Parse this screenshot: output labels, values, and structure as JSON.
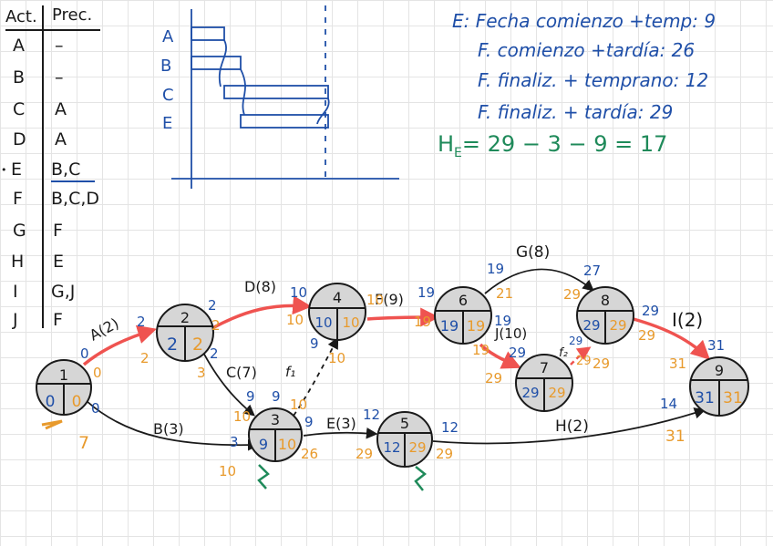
{
  "table": {
    "headers": {
      "activity": "Act.",
      "precedence": "Prec."
    },
    "rows": [
      {
        "act": "A",
        "prec": "–"
      },
      {
        "act": "B",
        "prec": "–"
      },
      {
        "act": "C",
        "prec": "A"
      },
      {
        "act": "D",
        "prec": "A"
      },
      {
        "act": "E",
        "prec": "B,C",
        "marker": "•"
      },
      {
        "act": "F",
        "prec": "B,C,D"
      },
      {
        "act": "G",
        "prec": "F"
      },
      {
        "act": "H",
        "prec": "E"
      },
      {
        "act": "I",
        "prec": "G,J"
      },
      {
        "act": "J",
        "prec": "F"
      }
    ]
  },
  "gantt": {
    "labels": [
      "A",
      "B",
      "C",
      "E"
    ]
  },
  "notes": {
    "lines": [
      "E: Fecha comienzo +temp: 9",
      "F. comienzo +tardía: 26",
      "F. finaliz. + temprano: 12",
      "F. finaliz. + tardía: 29"
    ],
    "float_formula": "H",
    "float_formula_sub": "E",
    "float_formula_rest": "= 29 − 3 − 9 = 17"
  },
  "network": {
    "nodes": [
      {
        "id": "1",
        "early": "0",
        "late": "0"
      },
      {
        "id": "2",
        "early": "2",
        "late": "2"
      },
      {
        "id": "3",
        "early": "9",
        "late": "10"
      },
      {
        "id": "4",
        "early": "10",
        "late": "10"
      },
      {
        "id": "5",
        "early": "12",
        "late": "29"
      },
      {
        "id": "6",
        "early": "19",
        "late": "19"
      },
      {
        "id": "7",
        "early": "29",
        "late": "29"
      },
      {
        "id": "8",
        "early": "29",
        "late": "29"
      },
      {
        "id": "9",
        "early": "31",
        "late": "31"
      }
    ],
    "activities": {
      "A": "A(2)",
      "B": "B(3)",
      "C": "C(7)",
      "D": "D(8)",
      "E": "E(3)",
      "F": "F(9)",
      "G": "G(8)",
      "H": "H(2)",
      "I": "I(2)",
      "J": "J(10)",
      "f1": "f₁",
      "f2": "f₂"
    },
    "annotations": {
      "n1_blue_a": "0",
      "n1_orange_a": "0",
      "n1_blue_b": "0",
      "n1_orange_b": "7",
      "a_in_blue": "2",
      "a_in_orange": "2",
      "n2_out_blue": "2",
      "n2_out_orange": "2",
      "n2_c_blue": "2",
      "n2_c_orange": "3",
      "n4_in_blue": "10",
      "n4_in_orange": "10",
      "n4_out_orange": "10",
      "f_start_orange": "10",
      "f_end_blue": "19",
      "f_end_orange": "19",
      "n6_top_blue": "19",
      "n6_top_orange": "21",
      "n6_j_blue": "19",
      "n6_j_orange": "19",
      "n8_in_blue": "27",
      "n8_in_orange": "29",
      "n8_out_blue": "29",
      "n8_out_orange": "29",
      "n7_in_blue": "29",
      "n7_in_orange": "29",
      "n7_f2_blue": "29",
      "n7_f2_orange": "29",
      "n7_left_orange": "29",
      "n9_in_blue": "31",
      "n9_in_orange": "31",
      "n9_h_blue": "14",
      "n9_h_orange": "31",
      "n3_c_blue": "9",
      "n3_c_orange": "10",
      "n3_b_blue": "3",
      "n3_b_orange": "10",
      "n3_out_blue": "9",
      "n3_out_orange": "26",
      "n3_f1_blue": "9",
      "n3_f1_orange": "10",
      "f1_top_blue": "9",
      "f1_top_orange": "10",
      "n5_in_blue": "12",
      "n5_in_orange": "29",
      "n5_out_blue": "12",
      "n5_out_orange": "29"
    }
  },
  "colors": {
    "ink": "#1a1a1a",
    "blue": "#1f4fa8",
    "orange": "#e89a2c",
    "green": "#1f8a5a",
    "critical": "#ef5350",
    "node_fill": "#d6d6d6"
  }
}
